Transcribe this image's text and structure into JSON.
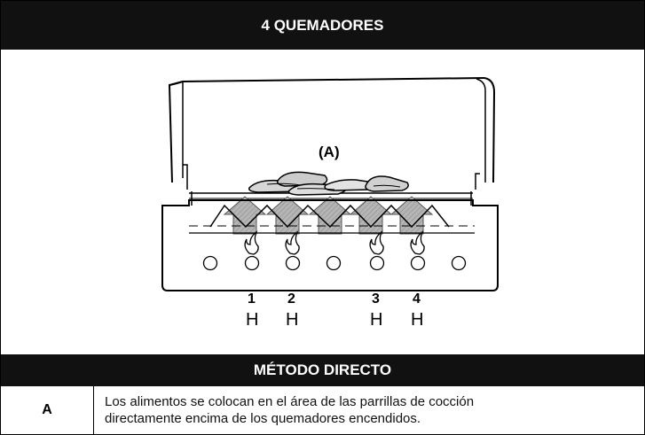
{
  "header": {
    "title": "4 QUEMADORES"
  },
  "diagram": {
    "callout": "(A)",
    "burners": [
      {
        "number": "1",
        "setting": "H"
      },
      {
        "number": "2",
        "setting": "H"
      },
      {
        "number": "3",
        "setting": "H"
      },
      {
        "number": "4",
        "setting": "H"
      }
    ]
  },
  "method": {
    "title": "MÉTODO DIRECTO",
    "rows": [
      {
        "key": "A",
        "line1": "Los alimentos se colocan en el área de las parrillas de cocción",
        "line2": "directamente encima de los quemadores encendidos."
      }
    ]
  }
}
